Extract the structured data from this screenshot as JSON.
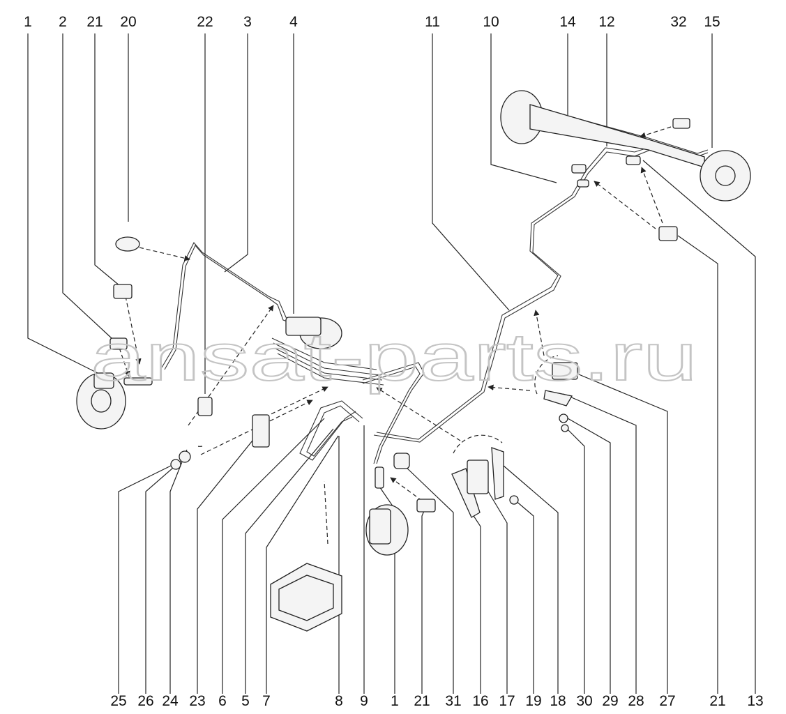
{
  "watermark": "ansat-parts.ru",
  "callouts_top": [
    "1",
    "2",
    "21",
    "20",
    "22",
    "3",
    "4",
    "11",
    "10",
    "14",
    "12",
    "32",
    "15"
  ],
  "callouts_bottom": [
    "25",
    "26",
    "24",
    "23",
    "6",
    "5",
    "7",
    "8",
    "9",
    "1",
    "21",
    "31",
    "16",
    "17",
    "19",
    "18",
    "30",
    "29",
    "28",
    "27",
    "21",
    "13"
  ]
}
